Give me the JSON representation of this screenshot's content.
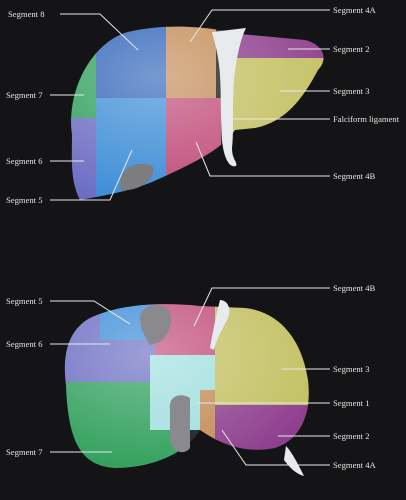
{
  "diagrams": [
    {
      "view": "anterior",
      "labels": {
        "segment_8": "Segment 8",
        "segment_4a": "Segment 4A",
        "segment_2": "Segment 2",
        "segment_7": "Segment 7",
        "segment_3": "Segment 3",
        "falciform": "Falciform ligament",
        "segment_6": "Segment 6",
        "segment_4b": "Segment 4B",
        "segment_5": "Segment 5"
      }
    },
    {
      "view": "inferior",
      "labels": {
        "segment_5": "Segment 5",
        "segment_4b": "Segment 4B",
        "segment_6": "Segment 6",
        "segment_3": "Segment 3",
        "segment_1": "Segment 1",
        "segment_2": "Segment 2",
        "segment_7": "Segment 7",
        "segment_4a": "Segment 4A"
      }
    }
  ],
  "colors": {
    "background": "#141416",
    "segment_2": "#8e3f8e",
    "segment_3": "#c3c062",
    "segment_4a": "#c38a55",
    "segment_4b": "#c04a78",
    "segment_5": "#3b8cd6",
    "segment_6": "#6a6cc2",
    "segment_7": "#2e9e5a",
    "segment_8": "#2d62b8",
    "segment_1": "#9fdede",
    "falciform": "#e7ebee"
  }
}
